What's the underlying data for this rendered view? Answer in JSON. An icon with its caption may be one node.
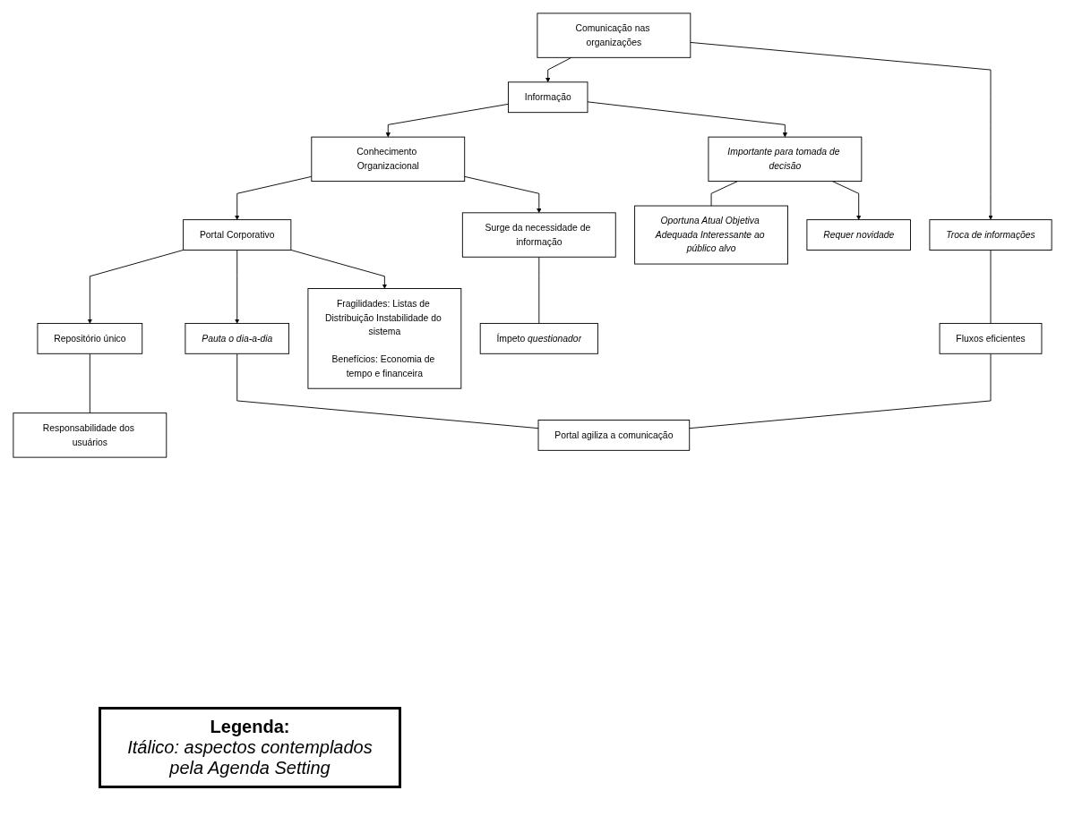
{
  "diagram": {
    "nodes": [
      {
        "text": [
          "Comunicação nas organizações"
        ]
      },
      {
        "text": [
          "Informação"
        ]
      },
      {
        "text": [
          "Conhecimento Organizacional"
        ]
      },
      {
        "text": [
          "Portal Corporativo"
        ]
      },
      {
        "text": [
          "Troca de informações"
        ]
      },
      {
        "text": [
          "Importante para tomada de decisão"
        ]
      },
      {
        "text": [
          "Surge da necessidade de informação"
        ]
      },
      {
        "text": [
          "Repositório único"
        ]
      },
      {
        "text": [
          "Fluxos eficientes"
        ]
      },
      {
        "text": [
          "Oportuna Atual Objetiva Adequada Interessante ao público alvo"
        ]
      },
      {
        "text": [
          "Ímpeto *questionador*"
        ]
      },
      {
        "text": [
          "Responsabilidade dos usuários"
        ]
      },
      {
        "text": [
          "Pauta o dia-a-dia"
        ]
      },
      {
        "text": [
          "Fragilidades: Listas de Distribuição Instabilidade do sistema",
          "Benefícios: Economia de tempo e financeira"
        ]
      },
      {
        "text": [
          "Requer novidade"
        ]
      },
      {
        "text": [
          "Portal agiliza a comunicação"
        ]
      }
    ],
    "edges": [
      {
        "from": 0,
        "to": 1,
        "arrow": "to"
      },
      {
        "from": 1,
        "to": 2,
        "arrow": "to"
      },
      {
        "from": 2,
        "to": 3,
        "arrow": "to"
      },
      {
        "from": 0,
        "to": 4,
        "arrow": "to"
      },
      {
        "from": 1,
        "to": 5,
        "arrow": "to"
      },
      {
        "from": 2,
        "to": 6,
        "arrow": "to"
      },
      {
        "from": 3,
        "to": 7,
        "arrow": "to"
      },
      {
        "from": 4,
        "to": 8,
        "arrow": "none"
      },
      {
        "from": 5,
        "to": 9,
        "arrow": "none"
      },
      {
        "from": 6,
        "to": 10,
        "arrow": "none"
      },
      {
        "from": 7,
        "to": 11,
        "arrow": "none"
      },
      {
        "from": 3,
        "to": 12,
        "arrow": "to"
      },
      {
        "from": 3,
        "to": 13,
        "arrow": "to"
      },
      {
        "from": 5,
        "to": 14,
        "arrow": "to"
      },
      {
        "from": 8,
        "to": 15,
        "arrow": "none"
      },
      {
        "from": 12,
        "to": 15,
        "arrow": "none"
      }
    ],
    "labels": [
      "Legenda:",
      "Itálico: aspectos contemplados pela Agenda Setting"
    ]
  }
}
